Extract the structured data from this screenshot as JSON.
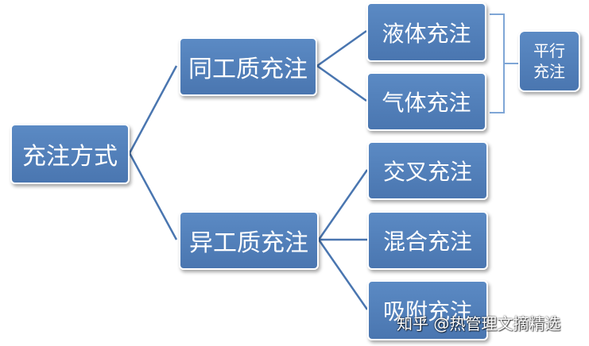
{
  "diagram": {
    "root": {
      "label": "充注方式"
    },
    "branches": [
      {
        "label": "同工质充注",
        "children": [
          "液体充注",
          "气体充注"
        ],
        "group_label": [
          "平行",
          "充注"
        ]
      },
      {
        "label": "异工质充注",
        "children": [
          "交叉充注",
          "混合充注",
          "吸附充注"
        ]
      }
    ]
  },
  "watermark": {
    "text": "知乎 @热管理文摘精选"
  },
  "colors": {
    "node_fill": "#4f7fbc",
    "node_border": "#ffffff",
    "connector": "#4a76b0",
    "bracket": "#7fa6d6"
  }
}
